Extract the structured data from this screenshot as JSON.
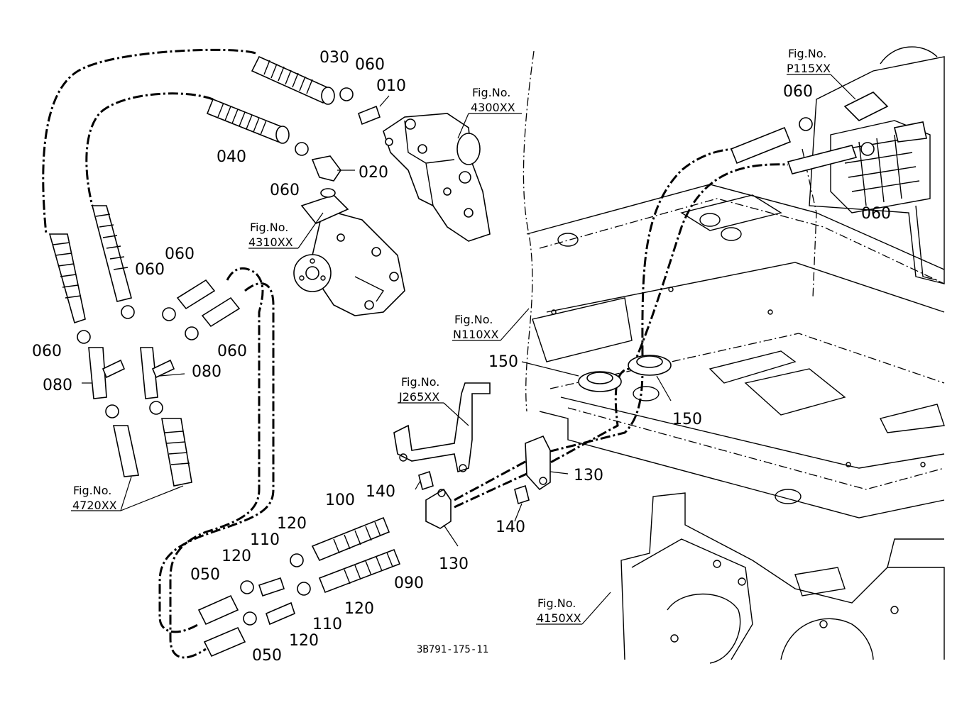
{
  "diagram": {
    "drawing_number": "3B791-175-11",
    "fig_refs": [
      {
        "name": "fig-4300",
        "line1": "Fig.No.",
        "line2": "4300XX"
      },
      {
        "name": "fig-4310",
        "line1": "Fig.No.",
        "line2": "4310XX"
      },
      {
        "name": "fig-4720",
        "line1": "Fig.No.",
        "line2": "4720XX"
      },
      {
        "name": "fig-p115",
        "line1": "Fig.No.",
        "line2": "P115XX"
      },
      {
        "name": "fig-n110",
        "line1": "Fig.No.",
        "line2": "N110XX"
      },
      {
        "name": "fig-j265",
        "line1": "Fig.No.",
        "line2": "J265XX"
      },
      {
        "name": "fig-4150",
        "line1": "Fig.No.",
        "line2": "4150XX"
      }
    ],
    "part_labels": [
      "030",
      "060",
      "010",
      "040",
      "060",
      "020",
      "060",
      "060",
      "060",
      "060",
      "060",
      "060",
      "080",
      "080",
      "150",
      "150",
      "140",
      "140",
      "130",
      "130",
      "100",
      "090",
      "120",
      "110",
      "120",
      "120",
      "110",
      "120",
      "050",
      "050"
    ]
  }
}
